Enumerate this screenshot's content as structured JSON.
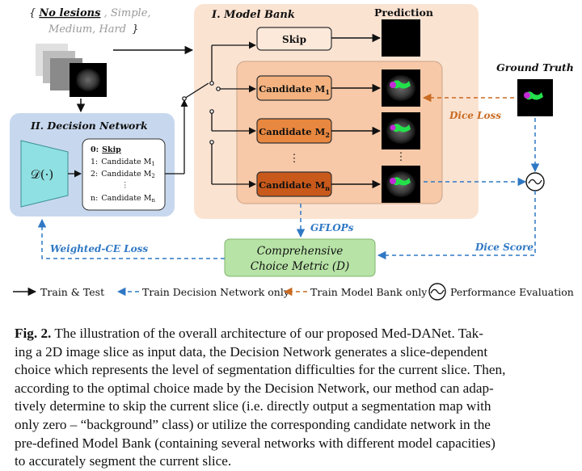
{
  "difficulty_levels": {
    "open_brace": "{",
    "no_lesions": "No lesions",
    "rest": ", Simple,",
    "line2": "Medium, Hard",
    "close_brace": "}"
  },
  "model_bank": {
    "title": "I.  Model Bank",
    "skip_label": "Skip",
    "candidates": [
      {
        "label": "Candidate M",
        "sub": "1"
      },
      {
        "label": "Candidate M",
        "sub": "2"
      },
      {
        "label": "Candidate M",
        "sub": "n"
      }
    ],
    "ellipsis": "⋮"
  },
  "prediction_label": "Prediction",
  "ground_truth_label": "Ground Truth",
  "dice_loss_label": "Dice Loss",
  "dice_score_label": "Dice Score",
  "gflops_label": "GFLOPs",
  "weighted_ce_label": "Weighted-CE Loss",
  "decision_network": {
    "title": "II.  Decision Network",
    "d_symbol": "𝒟(·)",
    "choices": [
      {
        "idx": "0:",
        "label": "Skip",
        "sub": ""
      },
      {
        "idx": "1:",
        "label": "Candidate M",
        "sub": "1"
      },
      {
        "idx": "2:",
        "label": "Candidate M",
        "sub": "2"
      },
      {
        "idx": "",
        "label": "⋮",
        "sub": ""
      },
      {
        "idx": "n:",
        "label": "Candidate M",
        "sub": "n"
      }
    ]
  },
  "metric": {
    "line1": "Comprehensive",
    "line2": "Choice Metric (D)"
  },
  "legend": {
    "train_test": "Train & Test",
    "decision_only": "Train Decision Network only",
    "model_bank_only": "Train Model Bank only",
    "performance": "Performance Evaluation"
  },
  "caption": {
    "fig_label": "Fig. 2.",
    "lines": [
      " The illustration of the overall architecture of our proposed Med-DANet. Tak-",
      "ing a 2D image slice as input data, the Decision Network generates a slice-dependent",
      "choice which represents the level of segmentation difficulties for the current slice. Then,",
      "according to the optimal choice made by the Decision Network, our method can adap-",
      "tively determine to skip the current slice (i.e. directly output a segmentation map with",
      "only zero – “background” class) or utilize the corresponding candidate network in the",
      "pre-defined Model Bank (containing several networks with different model capacities)",
      "to accurately segment the current slice."
    ]
  },
  "colors": {
    "model_bank_bg": "#fbe3d2",
    "inner_bank_bg": "#f7c9a8",
    "candidate1": "#f3b27f",
    "candidate2": "#e8873f",
    "candidaten": "#c9591b",
    "decision_bg": "#c7d8ee",
    "trapezoid": "#8fe0e2",
    "metric_bg": "#b7e3a6",
    "dashed_blue": "#2f78c4",
    "dashed_orange": "#c96b22"
  }
}
